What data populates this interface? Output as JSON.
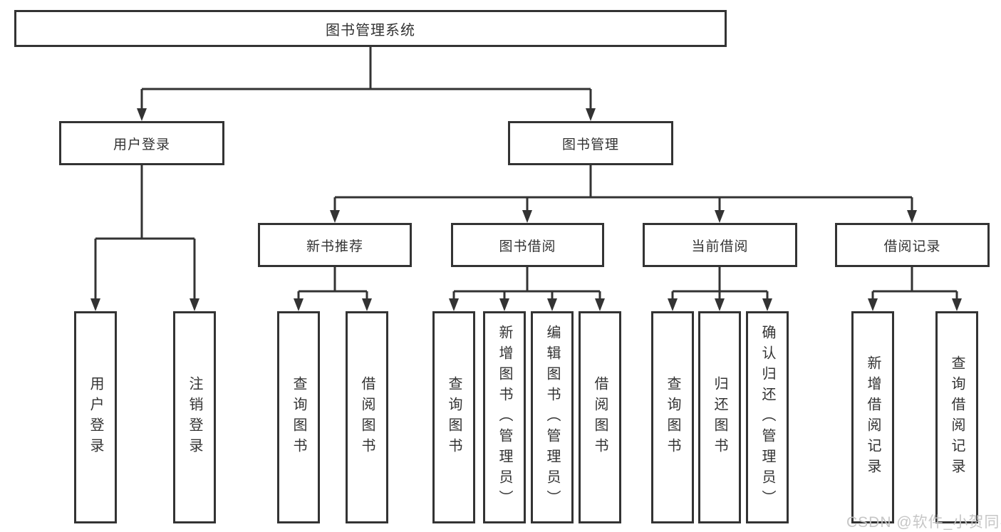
{
  "watermark": "CSDN @软件_小贺同学",
  "tree": {
    "root": "图书管理系统",
    "user": {
      "label": "用户登录",
      "children": [
        "用户登录",
        "注销登录"
      ]
    },
    "mgmt": {
      "label": "图书管理",
      "modules": [
        {
          "label": "新书推荐",
          "children": [
            "查询图书",
            "借阅图书"
          ]
        },
        {
          "label": "图书借阅",
          "children": [
            "查询图书",
            "新增图书（管理员）",
            "编辑图书（管理员）",
            "借阅图书"
          ]
        },
        {
          "label": "当前借阅",
          "children": [
            "查询图书",
            "归还图书",
            "确认归还（管理员）"
          ]
        },
        {
          "label": "借阅记录",
          "children": [
            "新增借阅记录",
            "查询借阅记录"
          ]
        }
      ]
    }
  }
}
